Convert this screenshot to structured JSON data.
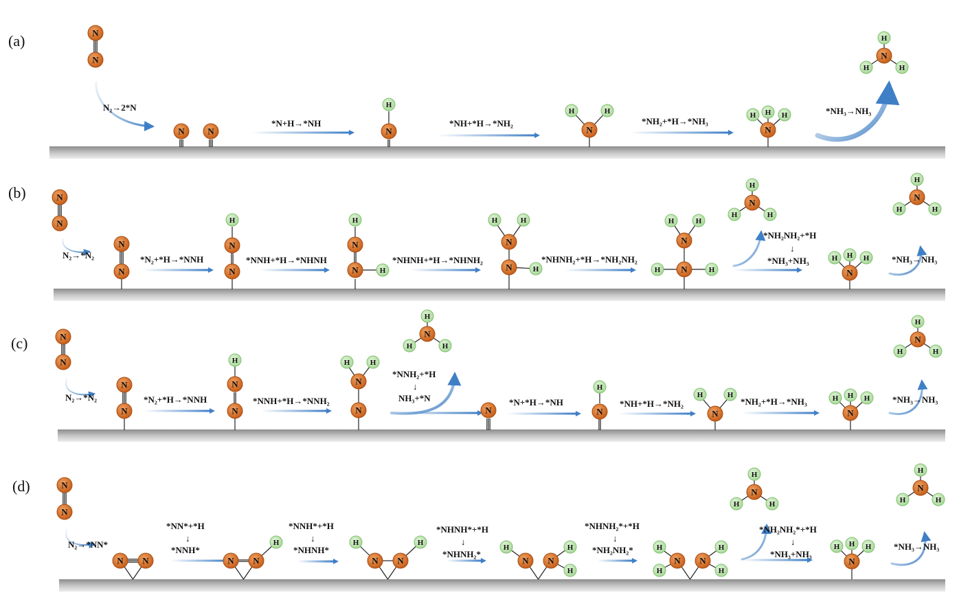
{
  "colors": {
    "nitrogen_fill": "#d2691e",
    "nitrogen_stroke": "#a64b12",
    "hydrogen_fill": "#b4e0a8",
    "hydrogen_stroke": "#7fbf6f",
    "surface": "#9a9a9a",
    "arrow": "#3f7fc6",
    "bond": "#222222"
  },
  "atoms": {
    "N": "N",
    "H": "H"
  },
  "panels": [
    {
      "label": "(a)",
      "equations": [
        "N₂→2*N",
        "*N+H→*NH",
        "*NH+*H→*NH₂",
        "*NH₂+*H→*NH₃",
        "*NH₃→NH₃"
      ]
    },
    {
      "label": "(b)",
      "equations": [
        "N₂→*N₂",
        "*N₂+*H→*NNH",
        "*NNH+*H→*NHNH",
        "*NHNH+*H→*NHNH₂",
        "*NHNH₂+*H→*NH₂NH₂",
        "*NH₂NH₂+*H",
        "↓",
        "*NH₃+NH₃",
        "*NH₃→NH₃"
      ]
    },
    {
      "label": "(c)",
      "equations": [
        "N₂→*N₂",
        "*N₂+*H→*NNH",
        "*NNH+*H→*NNH₂",
        "*NNH₂+*H",
        "↓",
        "NH₃+*N",
        "*N+*H→*NH",
        "*NH+*H→*NH₂",
        "*NH₂+*H→*NH₃",
        "*NH₃→NH₃"
      ]
    },
    {
      "label": "(d)",
      "equations": [
        "N₂→*NN*",
        "*NN*+*H",
        "↓",
        "*NNH*",
        "*NNH*+*H",
        "↓",
        "*NHNH*",
        "*NHNH*+*H",
        "↓",
        "*NHNH₂*",
        "*NHNH₂*+*H",
        "↓",
        "*NH₂NH₂*",
        "*NH₂NH₂*+*H",
        "↓",
        "*NH₃+NH₃",
        "*NH₃→NH₃"
      ]
    }
  ]
}
